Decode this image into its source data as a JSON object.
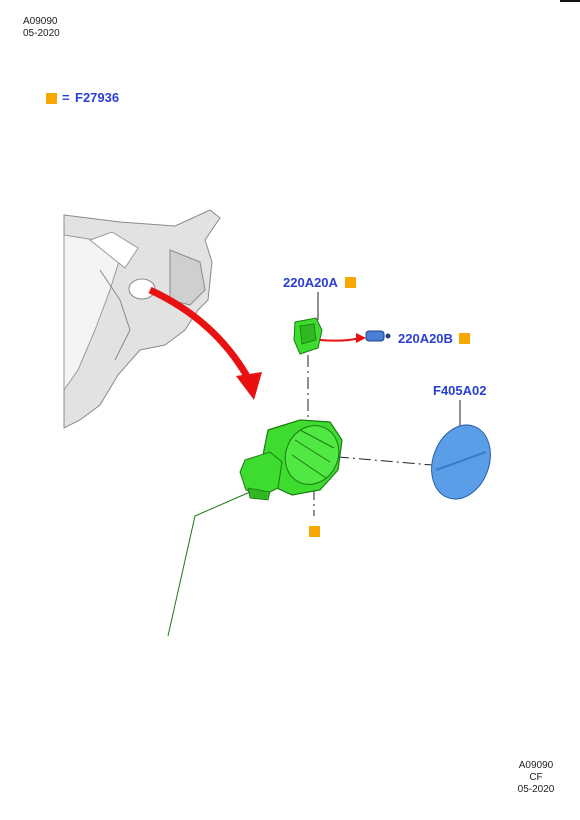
{
  "header": {
    "code": "A09090",
    "date": "05-2020"
  },
  "footer": {
    "code": "A09090",
    "sub": "CF",
    "date": "05-2020"
  },
  "legend": {
    "equals": "=",
    "part": "F27936"
  },
  "callouts": {
    "housing_top": "220A20A",
    "connector": "220A20B",
    "cap_door": "F405A02"
  },
  "colors": {
    "label": "#2a3fd4",
    "marker": "#f7a800",
    "part_green": "#3ddc2e",
    "door_blue": "#5a9ee8",
    "arrow_red": "#e81010"
  }
}
